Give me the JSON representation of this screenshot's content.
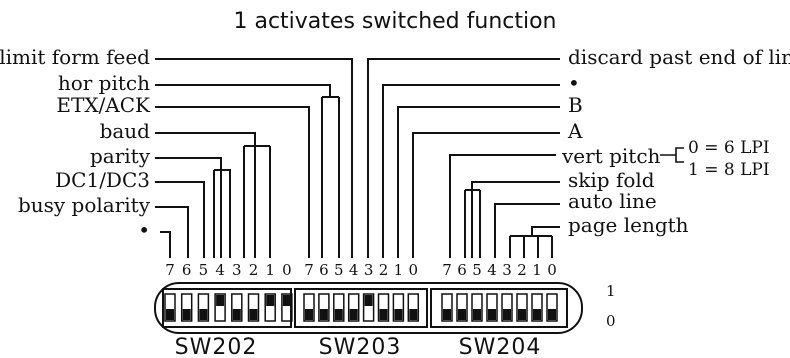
{
  "title": "1 activates switched function",
  "left_labels": [
    "limit form feed",
    "hor pitch",
    "ETX/ACK",
    "baud",
    "parity",
    "DC1/DC3",
    "busy polarity",
    "•"
  ],
  "right_labels": [
    "discard past end of line",
    "•",
    "B",
    "A",
    "vert pitch",
    "skip fold",
    "auto line",
    "page length"
  ],
  "vert_pitch_options": [
    "0 = 6 LPI",
    "1 = 8 LPI"
  ],
  "bit_labels": [
    "7",
    "6",
    "5",
    "4",
    "3",
    "2",
    "1",
    "0"
  ],
  "switch_names": [
    "SW202",
    "SW203",
    "SW204"
  ],
  "state_labels": [
    "1",
    "0"
  ],
  "switch_states": {
    "SW202": [
      0,
      0,
      0,
      1,
      0,
      0,
      1,
      1
    ],
    "SW203": [
      0,
      0,
      0,
      0,
      1,
      0,
      0,
      0
    ],
    "SW204": [
      0,
      0,
      0,
      0,
      0,
      0,
      0,
      0
    ]
  }
}
